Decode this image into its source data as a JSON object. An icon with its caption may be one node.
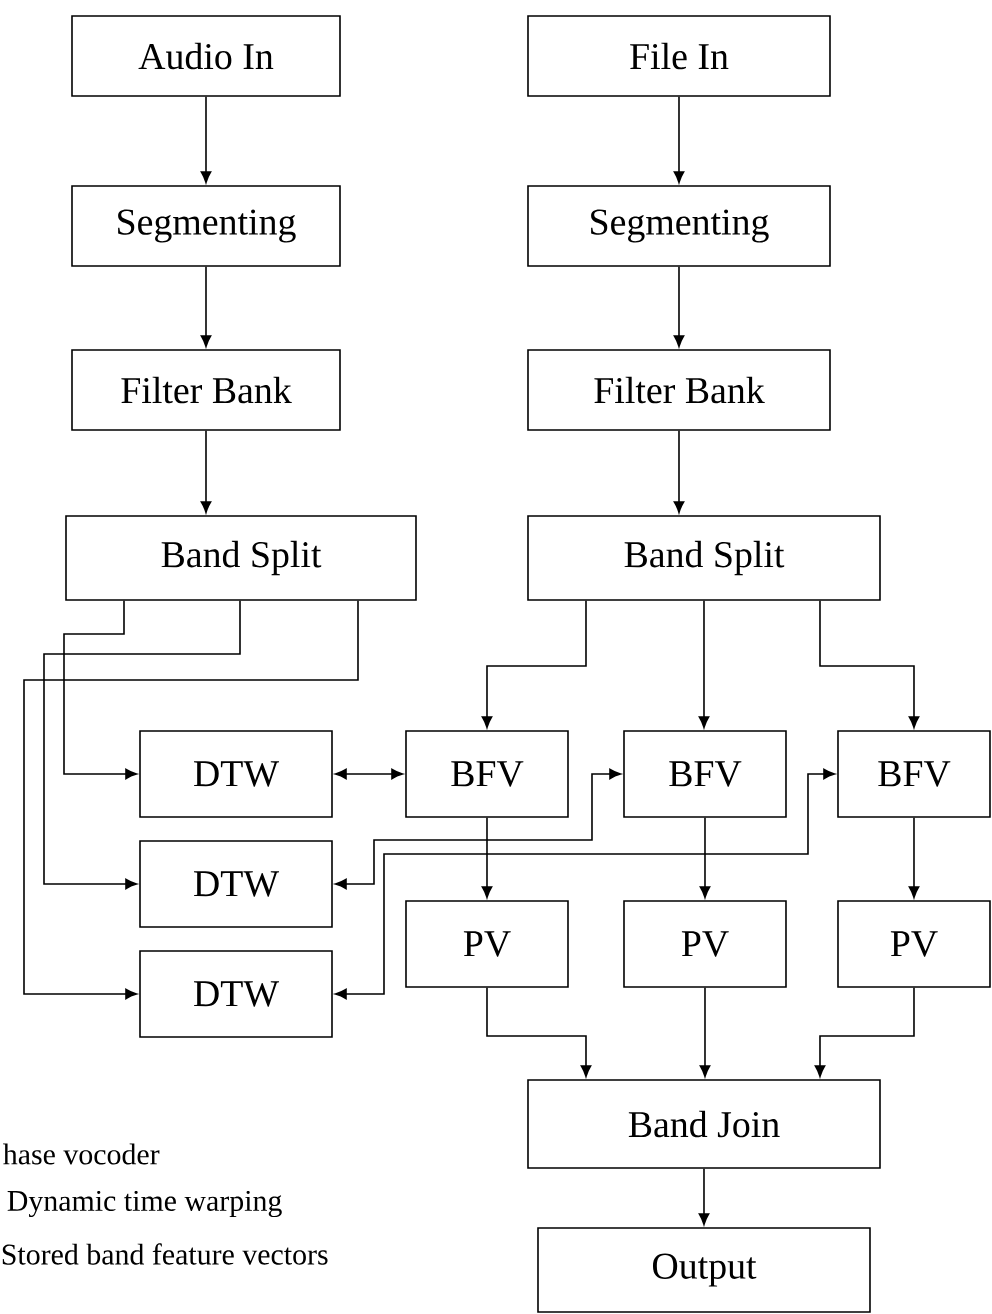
{
  "diagram": {
    "nodes": [
      {
        "text": [
          "Audio In"
        ]
      },
      {
        "text": [
          "File In"
        ]
      },
      {
        "text": [
          "Segmenting"
        ]
      },
      {
        "text": [
          "Segmenting"
        ]
      },
      {
        "text": [
          "Filter Bank"
        ]
      },
      {
        "text": [
          "Filter Bank"
        ]
      },
      {
        "text": [
          "Band Split"
        ]
      },
      {
        "text": [
          "Band Split"
        ]
      },
      {
        "text": [
          "DTW"
        ]
      },
      {
        "text": [
          "DTW"
        ]
      },
      {
        "text": [
          "DTW"
        ]
      },
      {
        "text": [
          "BFV"
        ]
      },
      {
        "text": [
          "BFV"
        ]
      },
      {
        "text": [
          "BFV"
        ]
      },
      {
        "text": [
          "PV"
        ]
      },
      {
        "text": [
          "PV"
        ]
      },
      {
        "text": [
          "PV"
        ]
      },
      {
        "text": [
          "Band Join"
        ]
      },
      {
        "text": [
          "Output"
        ]
      }
    ],
    "edges": [
      {
        "from": 0,
        "to": 2,
        "arrow": "to"
      },
      {
        "from": 2,
        "to": 4,
        "arrow": "to"
      },
      {
        "from": 4,
        "to": 6,
        "arrow": "to"
      },
      {
        "from": 1,
        "to": 3,
        "arrow": "to"
      },
      {
        "from": 3,
        "to": 5,
        "arrow": "to"
      },
      {
        "from": 5,
        "to": 7,
        "arrow": "to"
      },
      {
        "from": 6,
        "to": 8,
        "arrow": "to"
      },
      {
        "from": 6,
        "to": 9,
        "arrow": "to"
      },
      {
        "from": 6,
        "to": 10,
        "arrow": "to"
      },
      {
        "from": 7,
        "to": 11,
        "arrow": "to"
      },
      {
        "from": 7,
        "to": 12,
        "arrow": "to"
      },
      {
        "from": 7,
        "to": 13,
        "arrow": "to"
      },
      {
        "from": 8,
        "to": 11,
        "arrow": "both"
      },
      {
        "from": 9,
        "to": 12,
        "arrow": "both"
      },
      {
        "from": 10,
        "to": 13,
        "arrow": "both"
      },
      {
        "from": 11,
        "to": 14,
        "arrow": "to"
      },
      {
        "from": 12,
        "to": 15,
        "arrow": "to"
      },
      {
        "from": 13,
        "to": 16,
        "arrow": "to"
      },
      {
        "from": 14,
        "to": 17,
        "arrow": "to"
      },
      {
        "from": 15,
        "to": 17,
        "arrow": "to"
      },
      {
        "from": 16,
        "to": 17,
        "arrow": "to"
      },
      {
        "from": 17,
        "to": 18,
        "arrow": "to"
      }
    ],
    "labels": [
      "hase vocoder",
      "Dynamic time warping",
      "Stored band feature vectors"
    ]
  }
}
